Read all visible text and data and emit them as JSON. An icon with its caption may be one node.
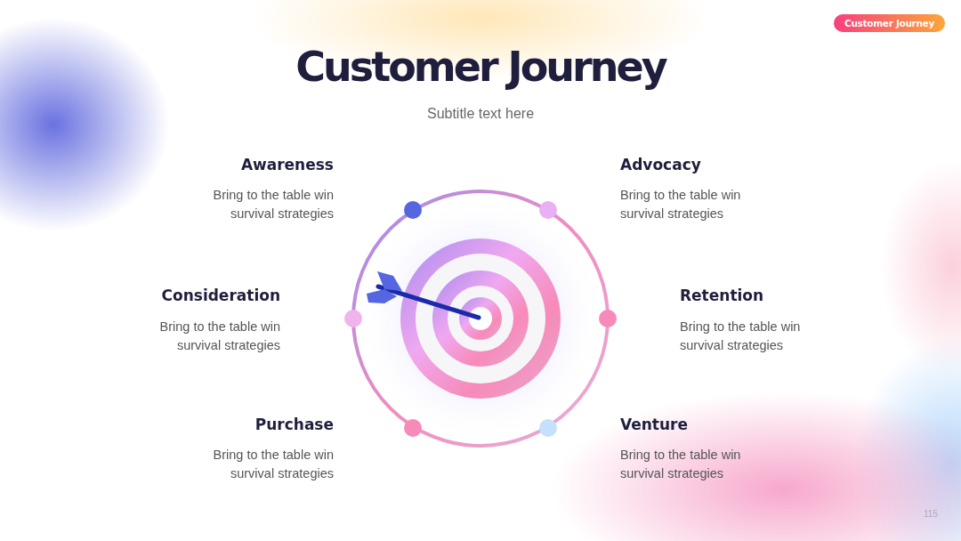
{
  "diagram": {
    "title": "Customer Journey",
    "labels": [
      "Customer Journey",
      "Subtitle text here",
      "Awareness",
      "Bring to the table win survival strategies",
      "Advocacy",
      "Bring to the table win survival strategies",
      "Consideration",
      "Bring to the table win survival strategies",
      "Retention",
      "Bring to the table win survival strategies",
      "Purchase",
      "Bring to the table win survival strategies",
      "Venture",
      "Bring to the table win survival strategies",
      "115"
    ]
  }
}
